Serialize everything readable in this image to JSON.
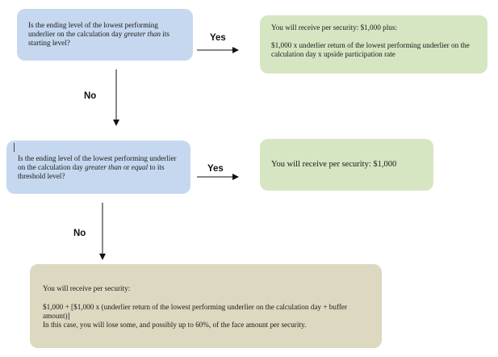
{
  "question1": {
    "pre": "Is the ending level of the lowest performing underlier on the calculation day ",
    "em": "greater than",
    "post": " its starting level?"
  },
  "answer1": {
    "line1": "You will receive per security: $1,000 plus:",
    "line2": "$1,000 x underlier return of the lowest performing underlier on the calculation day x upside participation rate"
  },
  "question2": {
    "pre": "Is the ending level of the lowest performing underlier on the calculation day ",
    "em1": "greater than",
    "mid": " or ",
    "em2": "equal",
    "post": " to its threshold level?"
  },
  "answer2": {
    "text": "You will receive per security: $1,000"
  },
  "final": {
    "line1": "You will receive per security:",
    "line2": "$1,000 + [$1,000 x (underlier return of the lowest performing underlier on the calculation day + buffer amount)]",
    "line3": "In this case, you will lose some, and possibly up to 60%, of the face amount per security."
  },
  "labels": {
    "yes1": "Yes",
    "no1": "No",
    "yes2": "Yes",
    "no2": "No"
  }
}
